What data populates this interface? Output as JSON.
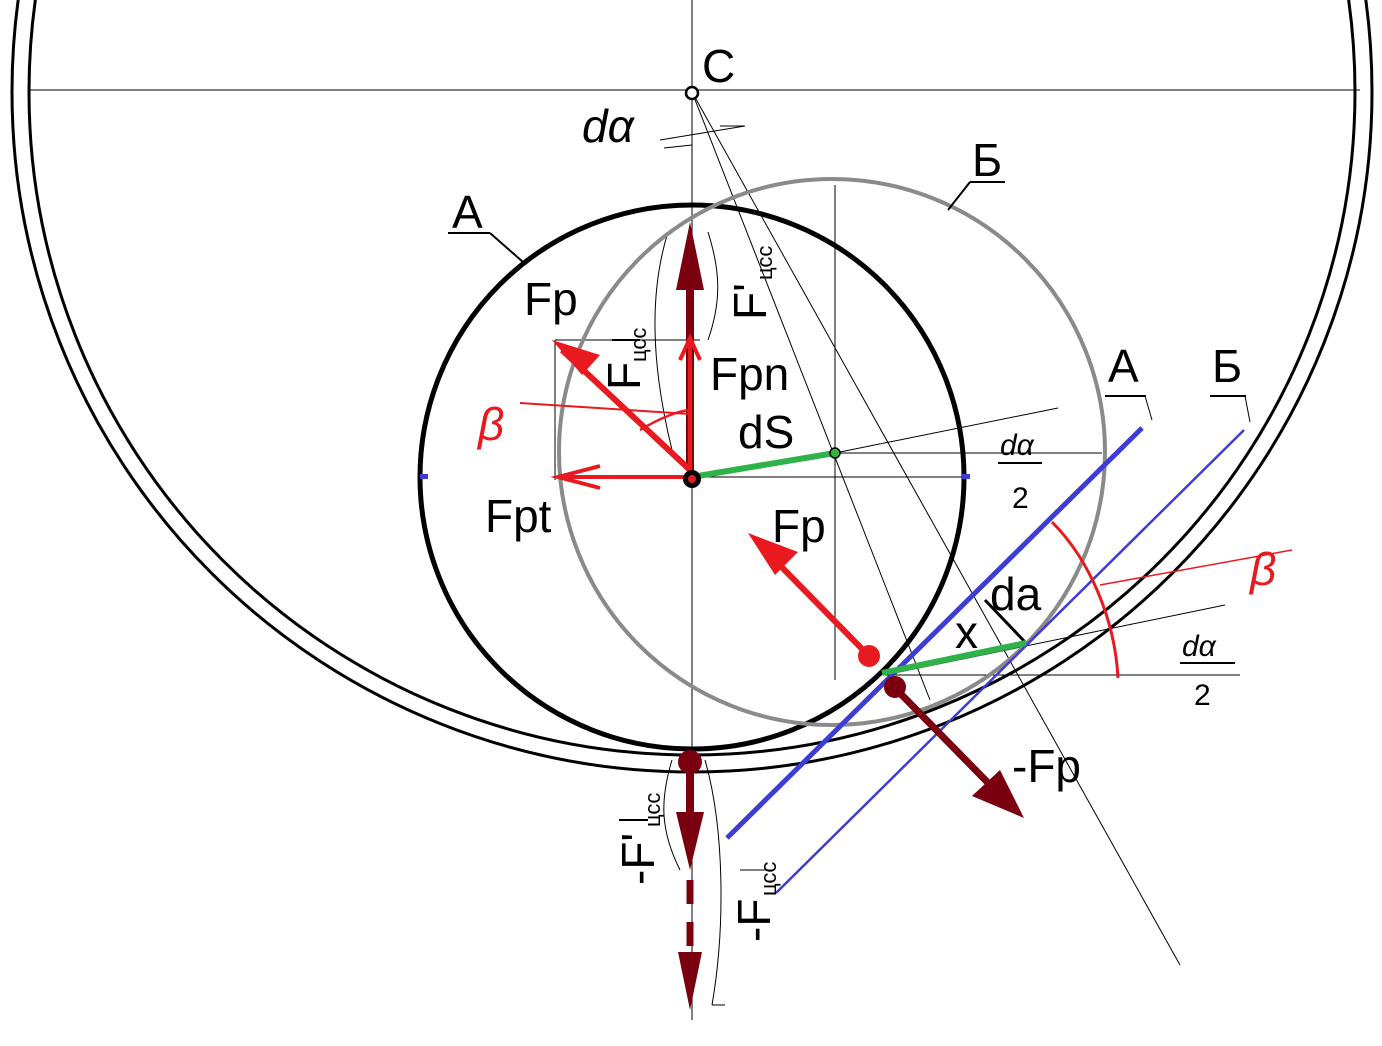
{
  "labels": {
    "point_c": "C",
    "d_alpha_top": "dα",
    "circle_a": "A",
    "circle_b": "Б",
    "line_a": "A",
    "line_b": "Б",
    "fp_upper": "Fp",
    "fp_center": "Fp",
    "fpn": "Fpn",
    "fpt": "Fpt",
    "ds": "dS",
    "da": "da",
    "x": "x",
    "minus_fp": "-Fp",
    "beta_left": "β",
    "beta_right": "β",
    "f_main": "F",
    "f_sub": "цсс",
    "f_prime_main": "F'",
    "f_prime_sub": "цсс",
    "minus_f_main": "-F",
    "minus_f_sub": "цсс",
    "minus_f_prime_main": "-F'",
    "minus_f_prime_sub": "цсс",
    "frac1_num": "dα",
    "frac1_den": "2",
    "frac2_num": "dα",
    "frac2_den": "2"
  },
  "colors": {
    "force_red": "#e8191f",
    "force_dark": "#7a0010",
    "velocity_green": "#2fb24a",
    "line_blue": "#3d3dd6",
    "circle_gray": "#8a8a8a",
    "ink": "#000000"
  }
}
